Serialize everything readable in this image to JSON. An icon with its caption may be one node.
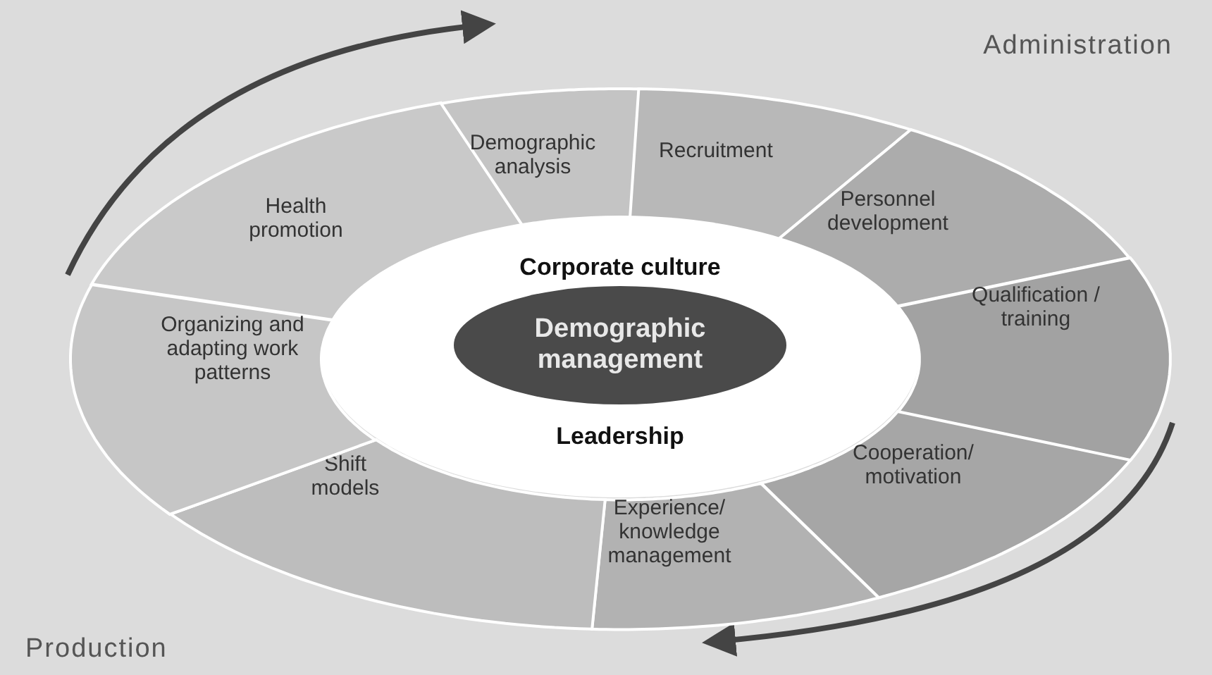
{
  "diagram": {
    "nodes": [
      {
        "text": [
          "Health promotion"
        ]
      },
      {
        "text": [
          "Demographic analysis"
        ]
      },
      {
        "text": [
          "Recruitment"
        ]
      },
      {
        "text": [
          "Personnel development"
        ]
      },
      {
        "text": [
          "Qualification / training"
        ]
      },
      {
        "text": [
          "Cooperation/ motivation"
        ]
      },
      {
        "text": [
          "Experience/ knowledge management"
        ]
      },
      {
        "text": [
          "Shift models"
        ]
      },
      {
        "text": [
          "Organizing and adapting work patterns"
        ]
      },
      {
        "text": [
          "Corporate culture",
          "Leadership"
        ]
      },
      {
        "text": [
          "Demographic management"
        ],
        "in": 9
      }
    ],
    "edges": [],
    "labels": [
      "Administration",
      "Production"
    ]
  }
}
